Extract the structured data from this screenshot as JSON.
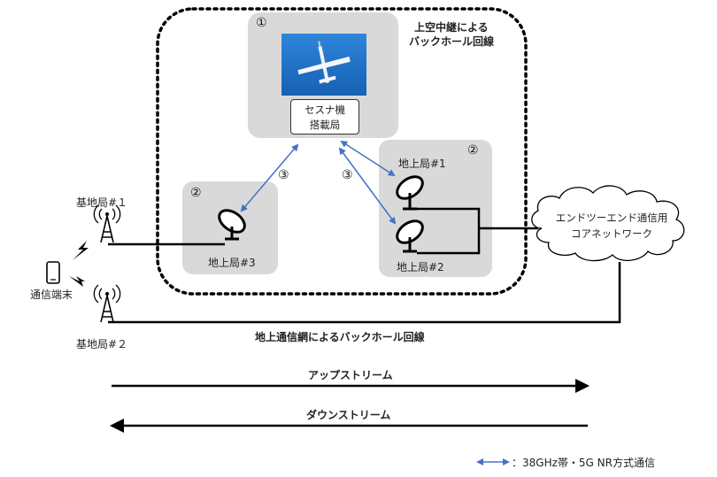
{
  "titles": {
    "backhaul_air_line1": "上空中継による",
    "backhaul_air_line2": "バックホール回線",
    "backhaul_ground": "地上通信網によるバックホール回線"
  },
  "nodes": {
    "cessna_line1": "セスナ機",
    "cessna_line2": "搭載局",
    "ground1": "地上局#1",
    "ground2": "地上局#2",
    "ground3": "地上局#3",
    "base1": "基地局#１",
    "base2": "基地局#２",
    "terminal": "通信端末",
    "core_line1": "エンドツーエンド通信用",
    "core_line2": "コアネットワーク"
  },
  "markers": {
    "m1": "①",
    "m2a": "②",
    "m2b": "②",
    "m3a": "③",
    "m3b": "③"
  },
  "streams": {
    "upstream": "アップストリーム",
    "downstream": "ダウンストリーム"
  },
  "legend": {
    "text": "：38GHz帯・5G NR方式通信"
  },
  "colors": {
    "link_blue": "#4472c4",
    "box_gray": "#d9d9d9",
    "line_black": "#000000"
  }
}
